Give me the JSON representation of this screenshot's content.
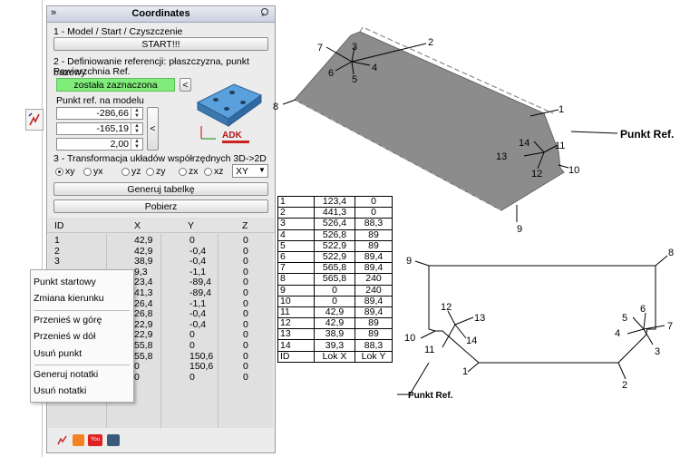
{
  "panel": {
    "title": "Coordinates",
    "section1": "1 - Model / Start / Czyszczenie",
    "start_button": "START!!!",
    "section2": "2 - Definiowanie referencji: płaszczyzna, punkt bazowy",
    "surface_label": "Powierzchnia Ref.",
    "surface_status": "została zaznaczona",
    "select_button": "<",
    "point_label": "Punkt ref. na modelu",
    "point_values": [
      "-286,66",
      "-165,19",
      "2,00"
    ],
    "point_button": "<",
    "logo_text": "ADK",
    "section3": "3 - Transformacja układów współrzędnych 3D->2D",
    "planes": [
      {
        "label": "xy",
        "checked": true
      },
      {
        "label": "yx",
        "checked": false
      },
      {
        "label": "yz",
        "checked": false
      },
      {
        "label": "zy",
        "checked": false
      },
      {
        "label": "zx",
        "checked": false
      },
      {
        "label": "xz",
        "checked": false
      }
    ],
    "plane_select": "XY",
    "generate_table_button": "Generuj tabelkę",
    "fetch_button": "Pobierz",
    "columns": [
      "ID",
      "X",
      "Y",
      "Z"
    ],
    "rows": [
      [
        "1",
        "42,9",
        "0",
        "0"
      ],
      [
        "2",
        "42,9",
        "-0,4",
        "0"
      ],
      [
        "3",
        "38,9",
        "-0,4",
        "0"
      ],
      [
        "",
        "9,3",
        "-1,1",
        "0"
      ],
      [
        "",
        "23,4",
        "-89,4",
        "0"
      ],
      [
        "",
        "41,3",
        "-89,4",
        "0"
      ],
      [
        "",
        "26,4",
        "-1,1",
        "0"
      ],
      [
        "",
        "26,8",
        "-0,4",
        "0"
      ],
      [
        "",
        "22,9",
        "-0,4",
        "0"
      ],
      [
        "",
        "22,9",
        "0",
        "0"
      ],
      [
        "",
        "55,8",
        "0",
        "0"
      ],
      [
        "",
        "55,8",
        "150,6",
        "0"
      ],
      [
        "",
        "0",
        "150,6",
        "0"
      ],
      [
        "",
        "0",
        "0",
        "0"
      ]
    ]
  },
  "context_menu": {
    "items": [
      "Punkt startowy",
      "Zmiana kierunku",
      "Przenieś w górę",
      "Przenieś w dół",
      "Usuń punkt",
      "Generuj notatki",
      "Usuń notatki"
    ]
  },
  "data_table": {
    "rows": [
      [
        "1",
        "123,4",
        "0"
      ],
      [
        "2",
        "441,3",
        "0"
      ],
      [
        "3",
        "526,4",
        "88,3"
      ],
      [
        "4",
        "526,8",
        "89"
      ],
      [
        "5",
        "522,9",
        "89"
      ],
      [
        "6",
        "522,9",
        "89,4"
      ],
      [
        "7",
        "565,8",
        "89,4"
      ],
      [
        "8",
        "565,8",
        "240"
      ],
      [
        "9",
        "0",
        "240"
      ],
      [
        "10",
        "0",
        "89,4"
      ],
      [
        "11",
        "42,9",
        "89,4"
      ],
      [
        "12",
        "42,9",
        "89"
      ],
      [
        "13",
        "38,9",
        "89"
      ],
      [
        "14",
        "39,3",
        "88,3"
      ],
      [
        "ID",
        "Lok X",
        "Lok Y"
      ]
    ]
  },
  "model3d": {
    "labels": [
      "1",
      "2",
      "3",
      "4",
      "5",
      "6",
      "7",
      "8",
      "9",
      "10",
      "11",
      "12",
      "13",
      "14"
    ],
    "ref_label": "Punkt Ref.",
    "face_color": "#8c8c8c"
  },
  "drawing2d": {
    "labels": [
      "1",
      "2",
      "3",
      "4",
      "5",
      "6",
      "7",
      "8",
      "9",
      "10",
      "11",
      "12",
      "13",
      "14"
    ],
    "ref_label": "Punkt Ref."
  }
}
